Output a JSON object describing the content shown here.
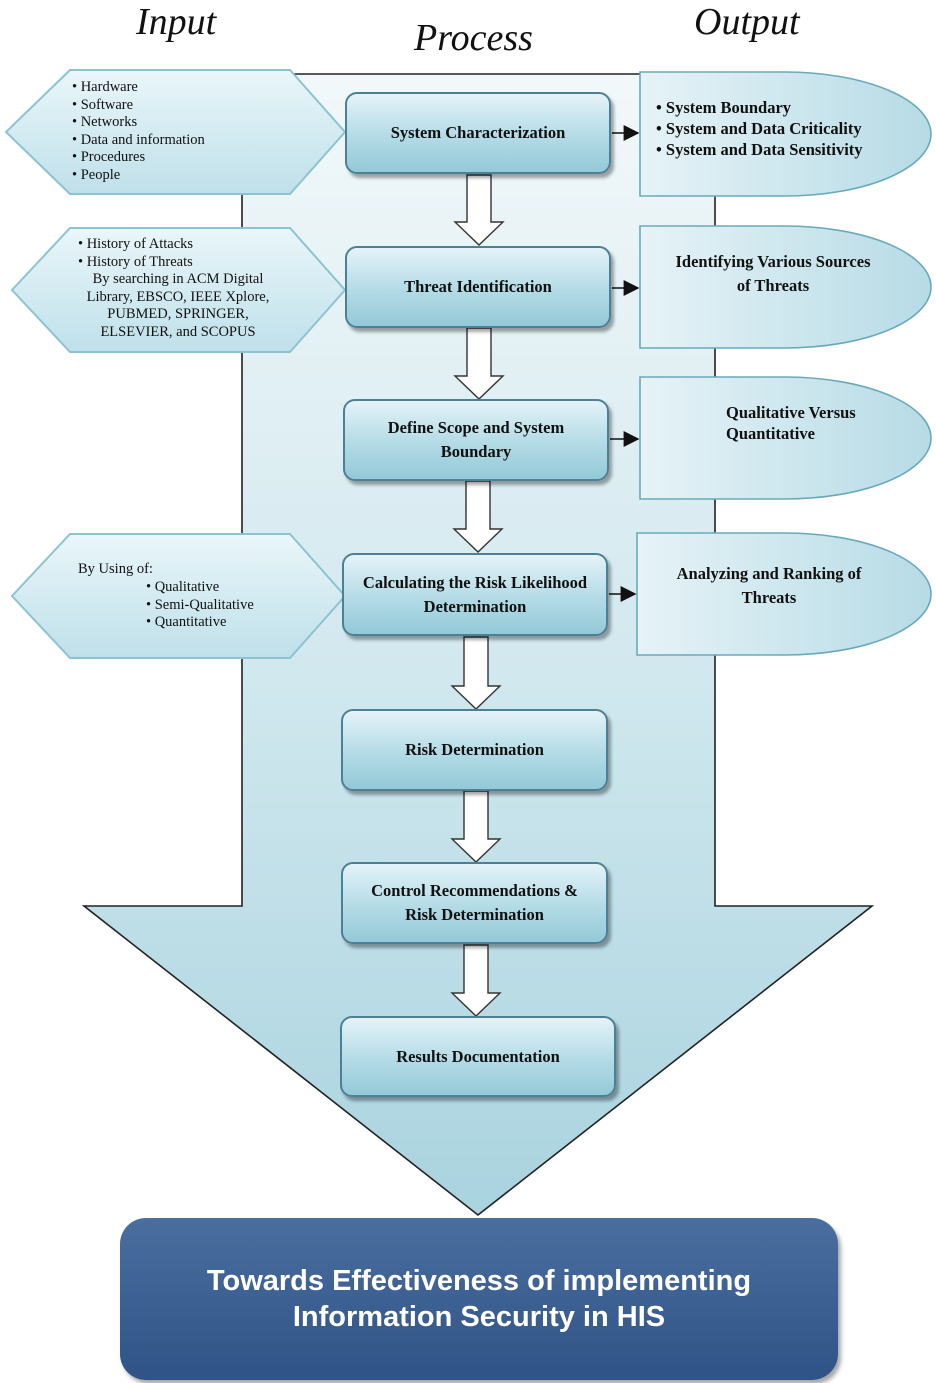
{
  "headers": {
    "input": "Input",
    "process": "Process",
    "output": "Output"
  },
  "process_steps": [
    "System Characterization",
    "Threat Identification",
    "Define Scope and System Boundary",
    "Calculating the Risk Likelihood Determination",
    "Risk Determination",
    "Control Recommendations & Risk Determination",
    "Results Documentation"
  ],
  "inputs": {
    "system_characterization": [
      "Hardware",
      "Software",
      "Networks",
      "Data and information",
      "Procedures",
      "People"
    ],
    "threat_identification": {
      "items": [
        "History of Attacks",
        "History of Threats"
      ],
      "note_lines": [
        "By searching in ACM Digital",
        "Library, EBSCO, IEEE Xplore,",
        "PUBMED, SPRINGER,",
        "ELSEVIER, and SCOPUS"
      ]
    },
    "likelihood": {
      "intro": "By Using of:",
      "items": [
        "Qualitative",
        "Semi-Qualitative",
        "Quantitative"
      ]
    }
  },
  "outputs": {
    "system_characterization": [
      "System Boundary",
      "System and Data Criticality",
      "System and Data Sensitivity"
    ],
    "threat_identification": [
      "Identifying Various Sources",
      "of Threats"
    ],
    "scope": [
      "Qualitative Versus",
      "Quantitative"
    ],
    "likelihood": [
      "Analyzing and Ranking of",
      "Threats"
    ]
  },
  "banner": {
    "line1": "Towards Effectiveness of implementing",
    "line2": "Information Security in HIS"
  },
  "colors": {
    "arrow_fill": "#c6e2ea",
    "box_border": "#4d7f95",
    "banner": "#36598c",
    "banner_text": "#ffffff"
  }
}
